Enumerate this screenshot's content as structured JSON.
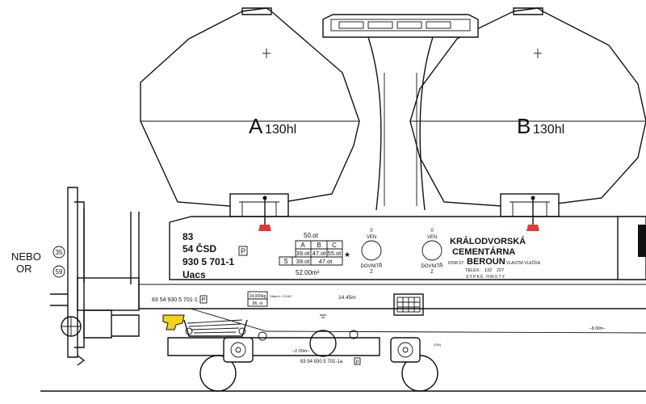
{
  "side_note": {
    "line1": "NEBO",
    "line2": "OR"
  },
  "circles": {
    "top": "35",
    "bottom": "59"
  },
  "hoppers": {
    "a": {
      "letter": "A",
      "capacity": "130hl"
    },
    "b": {
      "letter": "B",
      "capacity": "130hl"
    }
  },
  "marking": {
    "line1": "83",
    "line2": "54 ČSD",
    "line3": "930 5 701-1",
    "line4": "Uacs",
    "p_box": "P"
  },
  "load_table": {
    "top": "50.ot",
    "headers": [
      "A",
      "B",
      "C"
    ],
    "row1": [
      "39.ot",
      "47.ot",
      "55.ot"
    ],
    "row2_label": "S",
    "row2": [
      "39.ot",
      "47.ot"
    ],
    "bottom": "52.00m³",
    "star": "★"
  },
  "discharge": {
    "left": {
      "top_0": "0",
      "top": "VEN",
      "bottom": "DOVNITŘ",
      "bottom_z": "Z"
    },
    "right": {
      "top_0": "0",
      "top": "VEN",
      "bottom": "DOVNITŘ",
      "bottom_z": "Z"
    }
  },
  "owner": {
    "line1": "KRÁLODVORSKÁ",
    "line2": "CEMENTÁRNA",
    "dom_st": "DOM.ST.",
    "city": "BEROUN",
    "own_wagon": "VLASTNÍ VLEČKA",
    "telex_label": "TELEX:",
    "telex_1": "132",
    "telex_2": "227",
    "goods": "SYPKÉ HMOTY"
  },
  "frame": {
    "number": "83 54 930 5 701-1",
    "p_box": "P",
    "weights_top": "24,000kg",
    "weights_bottom": "86, ot",
    "small_note": "Odkaz tr. 2.15.82",
    "length": "14.45m",
    "tare_mark": "–8.00m–"
  },
  "bogie": {
    "spacing": "–2.00m–",
    "number": "83 54 930 5 701-1a",
    "p_box": "P",
    "tag": "(SW)"
  }
}
